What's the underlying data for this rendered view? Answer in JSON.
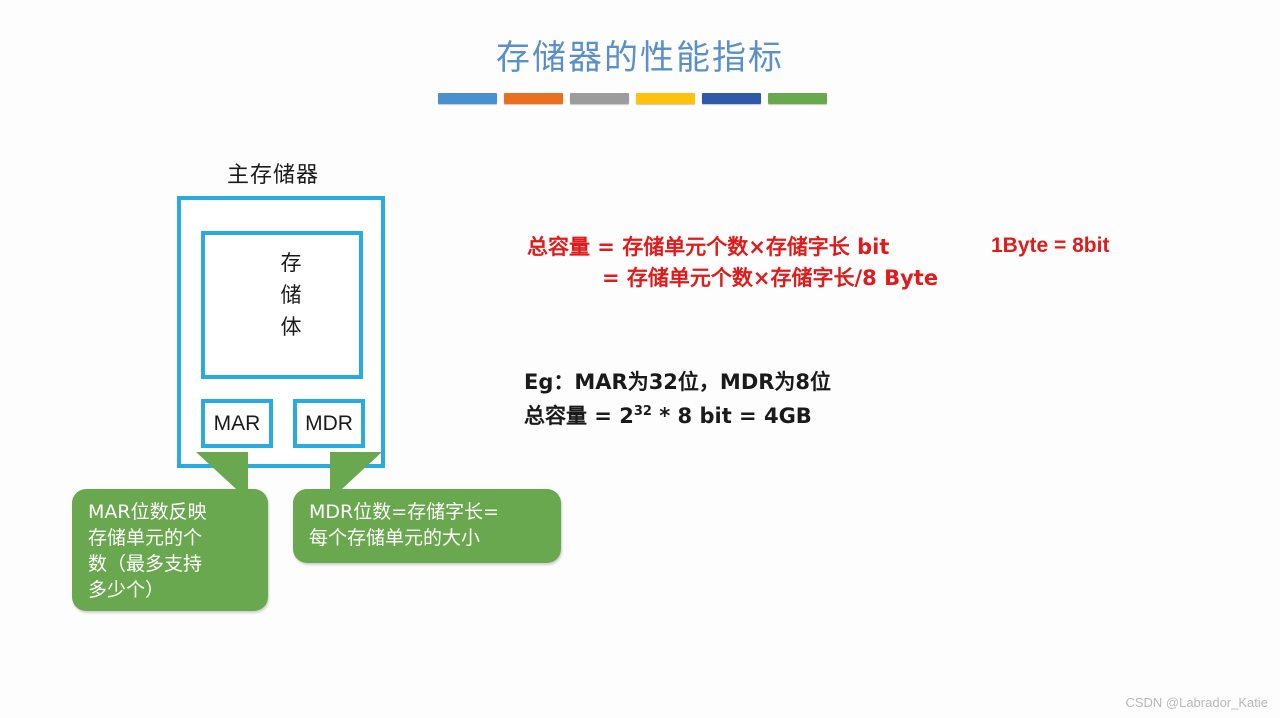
{
  "slide": {
    "title": "存储器的性能指标",
    "background_color": "#fdfdfd",
    "title_color": "#5b8fc7",
    "accent_blue": "#29abe2",
    "accent_green": "#6aa84f",
    "accent_red": "#e01b1b",
    "title_rule_colors": [
      "#4a90cf",
      "#e8701e",
      "#9c9c9c",
      "#fcc20d",
      "#2f5aa8",
      "#6aa84f"
    ]
  },
  "diagram": {
    "label": "主存储器",
    "bank_label": "存\n储\n体",
    "registers": [
      {
        "name": "MAR",
        "label": "MAR"
      },
      {
        "name": "MDR",
        "label": "MDR"
      }
    ]
  },
  "callouts": [
    {
      "name": "mar-callout",
      "text": "MAR位数反映\n存储单元的个\n数（最多支持\n多少个）"
    },
    {
      "name": "mdr-callout",
      "text": "MDR位数=存储字长=\n每个存储单元的大小"
    }
  ],
  "formulas": {
    "capacity_line1": "总容量 = 存储单元个数×存储字长  bit",
    "capacity_line2": "= 存储单元个数×存储字长/8  Byte",
    "byte_note": "1Byte = 8bit"
  },
  "example": {
    "line1": "Eg：MAR为32位，MDR为8位",
    "line2_prefix": "总容量    =  2",
    "line2_exponent": "32",
    "line2_suffix": " * 8 bit  = 4GB"
  },
  "watermark": "CSDN @Labrador_Katie"
}
